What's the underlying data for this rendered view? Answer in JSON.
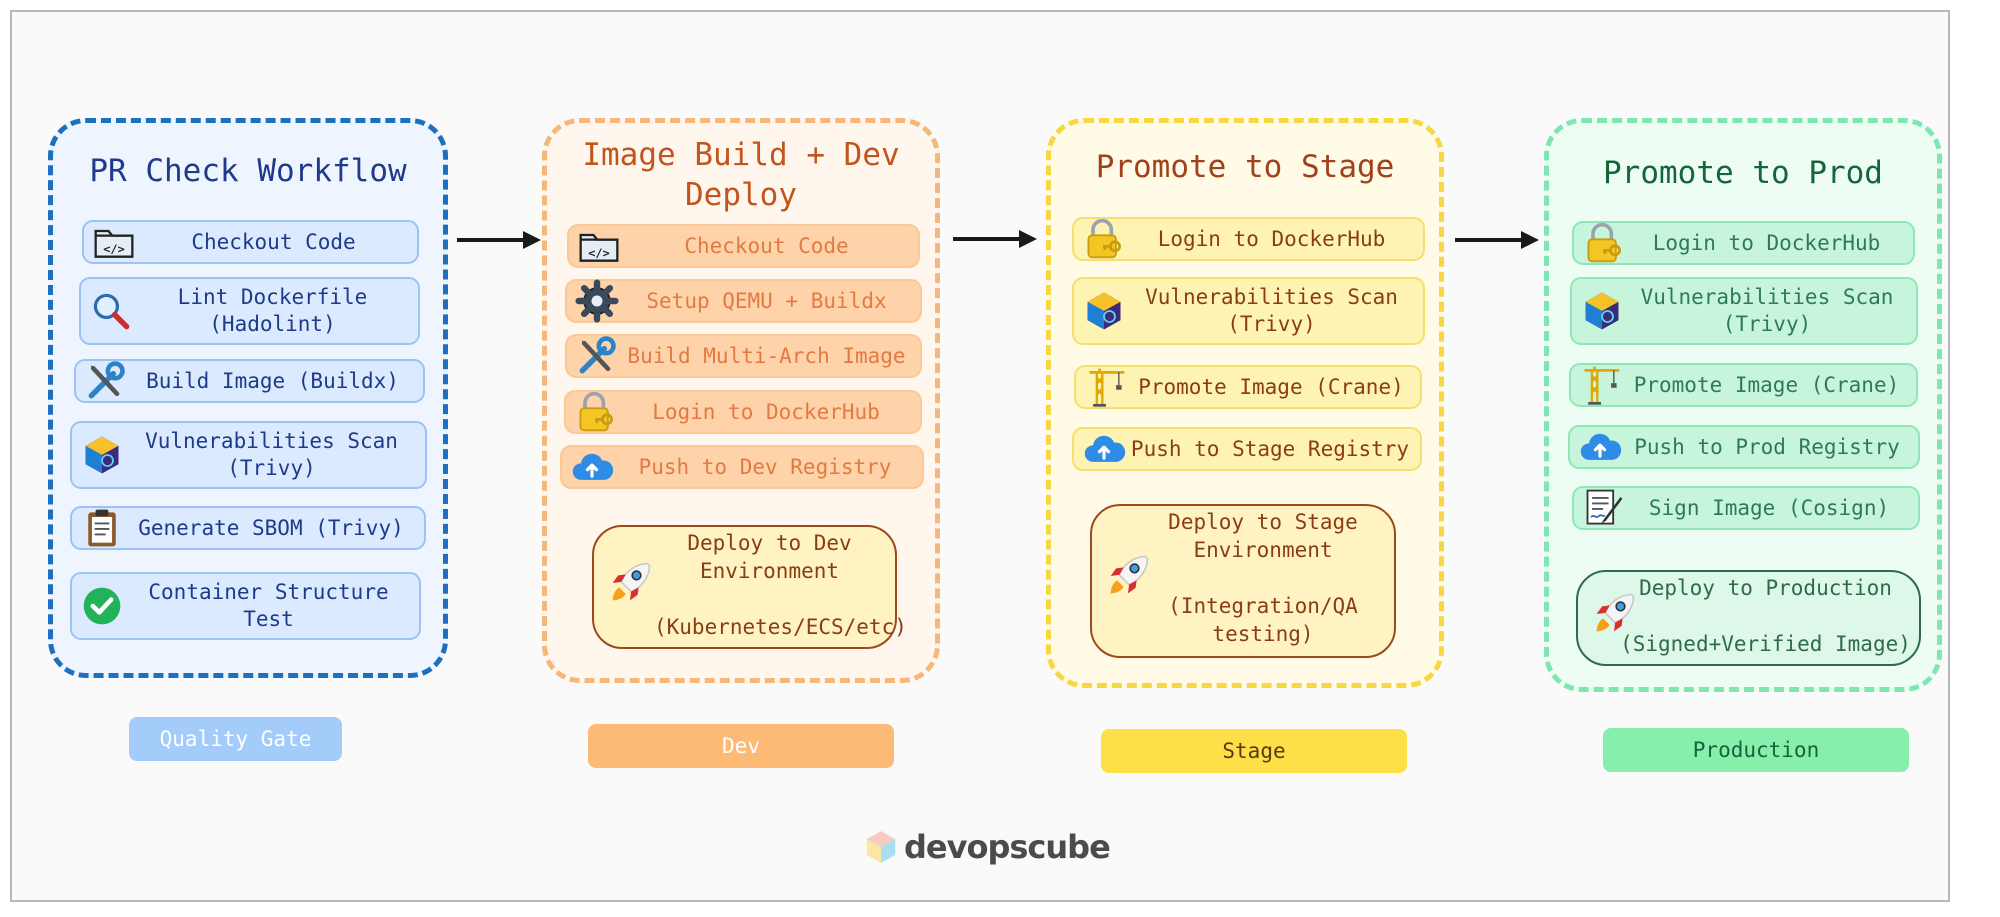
{
  "columns": [
    {
      "title": "PR Check Workflow",
      "steps": [
        {
          "label": "Checkout Code",
          "icon": "code-folder-icon"
        },
        {
          "label": "Lint Dockerfile\n(Hadolint)",
          "icon": "magnifier-icon"
        },
        {
          "label": "Build Image (Buildx)",
          "icon": "tools-icon"
        },
        {
          "label": "Vulnerabilities Scan\n(Trivy)",
          "icon": "trivy-cube-icon"
        },
        {
          "label": "Generate SBOM (Trivy)",
          "icon": "clipboard-icon"
        },
        {
          "label": "Container Structure\nTest",
          "icon": "check-circle-icon"
        }
      ],
      "badge": "Quality Gate"
    },
    {
      "title": "Image Build + Dev\nDeploy",
      "steps": [
        {
          "label": "Checkout Code",
          "icon": "code-folder-icon"
        },
        {
          "label": "Setup QEMU + Buildx",
          "icon": "gear-icon"
        },
        {
          "label": "Build Multi-Arch Image",
          "icon": "tools-icon"
        },
        {
          "label": "Login to DockerHub",
          "icon": "lock-key-icon"
        },
        {
          "label": "Push to Dev Registry",
          "icon": "cloud-upload-icon"
        }
      ],
      "deploy": {
        "label": "Deploy to Dev\nEnvironment\n\n(Kubernetes/ECS/etc)",
        "icon": "rocket-icon"
      },
      "badge": "Dev"
    },
    {
      "title": "Promote to Stage",
      "steps": [
        {
          "label": "Login to DockerHub",
          "icon": "lock-key-icon"
        },
        {
          "label": "Vulnerabilities Scan\n(Trivy)",
          "icon": "trivy-cube-icon"
        },
        {
          "label": "Promote Image (Crane)",
          "icon": "crane-icon"
        },
        {
          "label": "Push to Stage Registry",
          "icon": "cloud-upload-icon"
        }
      ],
      "deploy": {
        "label": "Deploy to Stage\nEnvironment\n\n(Integration/QA\ntesting)",
        "icon": "rocket-icon"
      },
      "badge": "Stage"
    },
    {
      "title": "Promote to Prod",
      "steps": [
        {
          "label": "Login to DockerHub",
          "icon": "lock-key-icon"
        },
        {
          "label": "Vulnerabilities Scan\n(Trivy)",
          "icon": "trivy-cube-icon"
        },
        {
          "label": "Promote Image (Crane)",
          "icon": "crane-icon"
        },
        {
          "label": "Push to Prod Registry",
          "icon": "cloud-upload-icon"
        },
        {
          "label": "Sign Image (Cosign)",
          "icon": "sign-document-icon"
        }
      ],
      "deploy": {
        "label": "Deploy to Production\n\n(Signed+Verified Image)",
        "icon": "rocket-icon"
      },
      "badge": "Production"
    }
  ],
  "logo": {
    "text": "devopscube",
    "icon": "cube-logo-icon"
  },
  "colors": {
    "blue_border": "#1f6fc1",
    "blue_fill": "#eef5ff",
    "blue_step": "#dbeafe",
    "blue_text": "#1e3a8a",
    "orange_border": "#f5b77a",
    "orange_fill": "#fff7ee",
    "orange_step": "#fed3aa",
    "orange_text": "#c2541d",
    "yellow_border": "#f8d742",
    "yellow_fill": "#fffbe6",
    "yellow_step": "#fff3b3",
    "yellow_text": "#8a3d12",
    "green_border": "#7ee7b0",
    "green_fill": "#eefdf4",
    "green_step": "#c7f5dc",
    "green_text": "#14653a",
    "badge_blue": "#a3ccfb",
    "badge_orange": "#fdba74",
    "badge_yellow": "#fde047",
    "badge_green": "#86efac"
  }
}
